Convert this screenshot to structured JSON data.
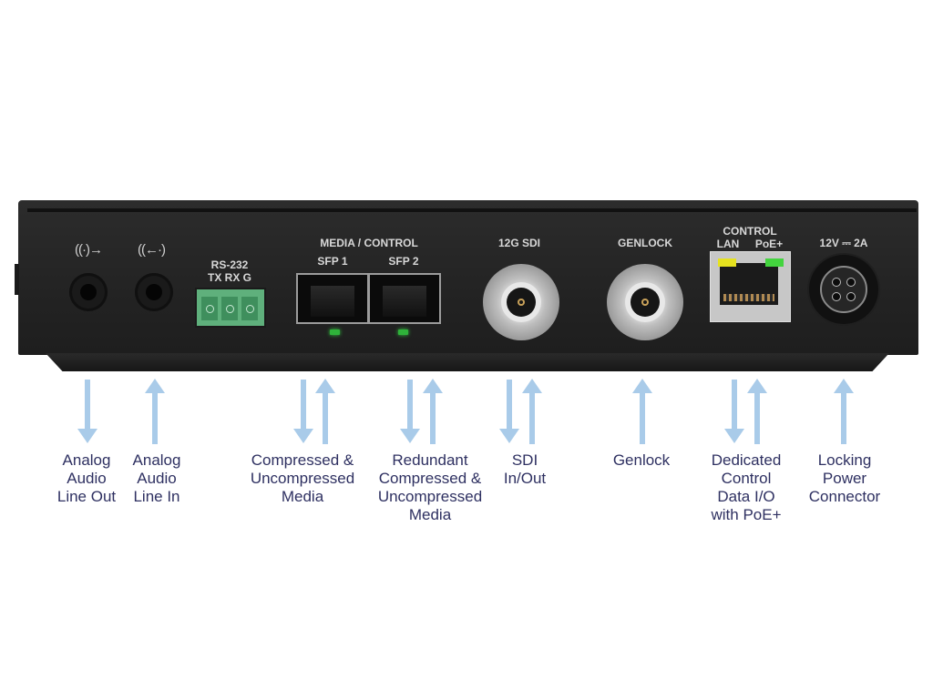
{
  "device": {
    "panel_labels": {
      "rs232_title": "RS-232",
      "rs232_pins": "TX RX G",
      "media_control": "MEDIA / CONTROL",
      "sfp1": "SFP 1",
      "sfp2": "SFP 2",
      "sdi": "12G  SDI",
      "genlock": "GENLOCK",
      "control": "CONTROL",
      "lan": "LAN",
      "poe": "PoE+",
      "power_rating": "12V ⎓ 2A"
    },
    "audio_out_symbol": "((·)→",
    "audio_in_symbol": "((←·)",
    "colors": {
      "chassis": "#262626",
      "terminal_block": "#5fb07c",
      "sfp_led": "#2fb23a",
      "lan_led": "#e6e21f",
      "poe_led": "#43d43e",
      "arrow": "#a9cbe9",
      "caption_text": "#2e3061"
    }
  },
  "captions": {
    "analog_out": "Analog\nAudio\nLine Out",
    "analog_in": "Analog\nAudio\nLine In",
    "sfp1": "Compressed &\nUncompressed\nMedia",
    "sfp2": "Redundant\nCompressed &\nUncompressed\nMedia",
    "sdi": "SDI\nIn/Out",
    "genlock": "Genlock",
    "control": "Dedicated\nControl\nData I/O\nwith PoE+",
    "power": "Locking\nPower\nConnector"
  }
}
